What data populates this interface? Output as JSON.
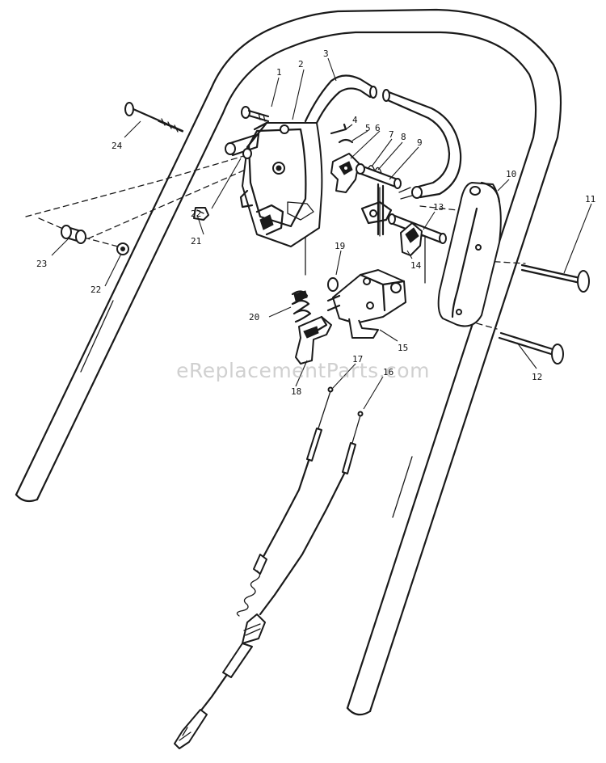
{
  "watermark": "eReplacementParts.com",
  "colors": {
    "ink": "#1a1a1a",
    "background": "#ffffff",
    "watermark": "#aaaaaa"
  },
  "callouts": [
    {
      "id": "c1",
      "text": "1"
    },
    {
      "id": "c2",
      "text": "2"
    },
    {
      "id": "c3",
      "text": "3"
    },
    {
      "id": "c4",
      "text": "4"
    },
    {
      "id": "c5",
      "text": "5"
    },
    {
      "id": "c6",
      "text": "6"
    },
    {
      "id": "c7",
      "text": "7"
    },
    {
      "id": "c8",
      "text": "8"
    },
    {
      "id": "c9",
      "text": "9"
    },
    {
      "id": "c10",
      "text": "10"
    },
    {
      "id": "c11",
      "text": "11"
    },
    {
      "id": "c12",
      "text": "12"
    },
    {
      "id": "c13",
      "text": "13"
    },
    {
      "id": "c14",
      "text": "14"
    },
    {
      "id": "c15",
      "text": "15"
    },
    {
      "id": "c16",
      "text": "16"
    },
    {
      "id": "c17",
      "text": "17"
    },
    {
      "id": "c18",
      "text": "18"
    },
    {
      "id": "c19",
      "text": "19"
    },
    {
      "id": "c20",
      "text": "20"
    },
    {
      "id": "c21",
      "text": "21"
    },
    {
      "id": "c22a",
      "text": "22"
    },
    {
      "id": "c22b",
      "text": "22"
    },
    {
      "id": "c23",
      "text": "23"
    },
    {
      "id": "c24",
      "text": "24"
    }
  ]
}
